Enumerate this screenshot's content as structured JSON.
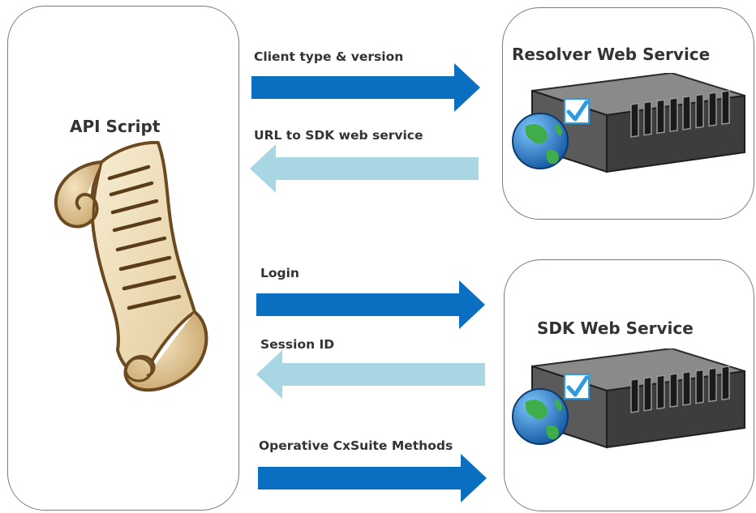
{
  "api_script": {
    "title": "API Script",
    "icon": "scroll-icon"
  },
  "resolver": {
    "title": "Resolver Web Service",
    "icon": "web-server-icon"
  },
  "sdk": {
    "title": "SDK Web Service",
    "icon": "web-server-icon"
  },
  "arrows": {
    "client_type": "Client type & version",
    "url_to_sdk": "URL to SDK web service",
    "login": "Login",
    "session_id": "Session ID",
    "operative_methods": "Operative CxSuite Methods"
  },
  "colors": {
    "request_arrow": "#0a6ec1",
    "response_arrow": "#a9d6e3",
    "panel_border": "#7a7a7a",
    "text": "#333333",
    "scroll_fill": "#f0e2c4",
    "scroll_stroke": "#6b4a22",
    "server_body": "#3d3d3d",
    "checkmark": "#2e9be0"
  }
}
